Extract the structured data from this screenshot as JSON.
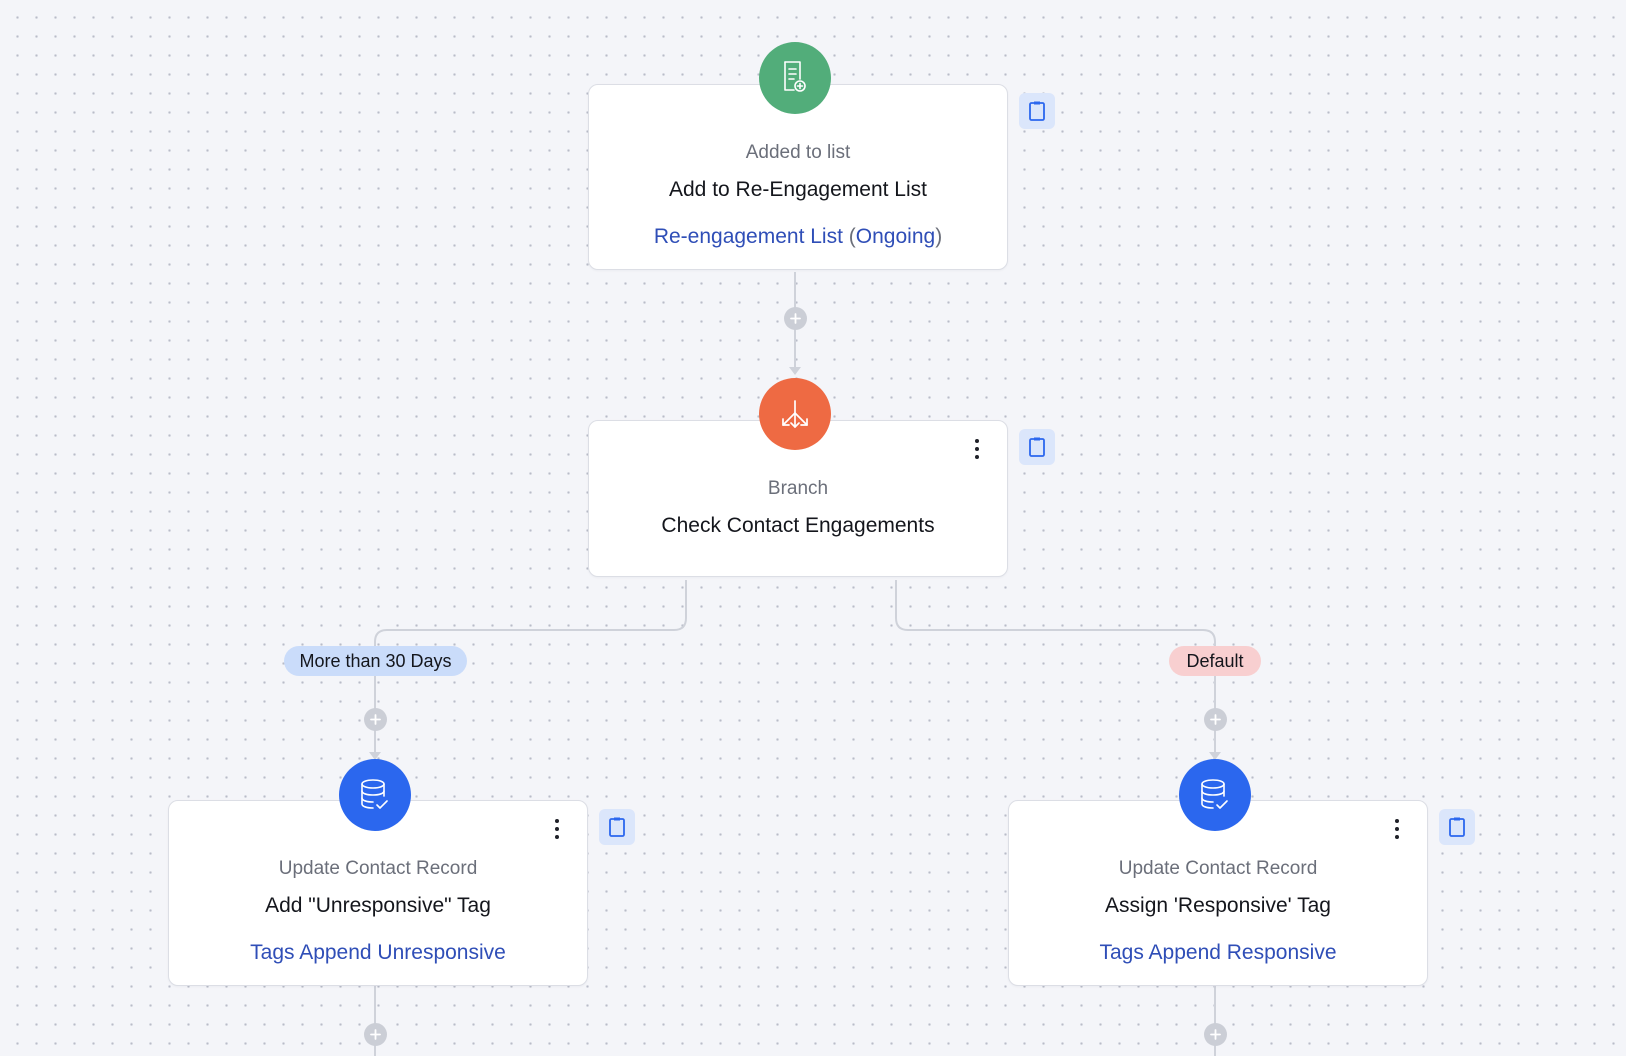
{
  "colors": {
    "canvas_bg": "#f4f5f9",
    "link": "#2f4eb7",
    "trigger_icon": "#52ad7a",
    "branch_icon": "#ee6a43",
    "action_icon": "#2b67ee",
    "pill_more_than": "#cadcfa",
    "pill_default": "#f8cfd0",
    "note_button": "#dbe6fb"
  },
  "nodes": {
    "trigger": {
      "icon": "list-add-icon",
      "type": "Added to list",
      "title": "Add to Re-Engagement List",
      "list_name": "Re-engagement List",
      "paren_open": "(",
      "status": "Ongoing",
      "paren_close": ")"
    },
    "branch": {
      "icon": "branch-split-icon",
      "type": "Branch",
      "title": "Check Contact Engagements"
    },
    "left_action": {
      "icon": "database-check-icon",
      "type": "Update Contact Record",
      "title": "Add \"Unresponsive\" Tag",
      "detail": "Tags Append Unresponsive"
    },
    "right_action": {
      "icon": "database-check-icon",
      "type": "Update Contact Record",
      "title": "Assign 'Responsive' Tag",
      "detail": "Tags Append Responsive"
    }
  },
  "branches": {
    "left_label": "More than 30 Days",
    "right_label": "Default"
  }
}
